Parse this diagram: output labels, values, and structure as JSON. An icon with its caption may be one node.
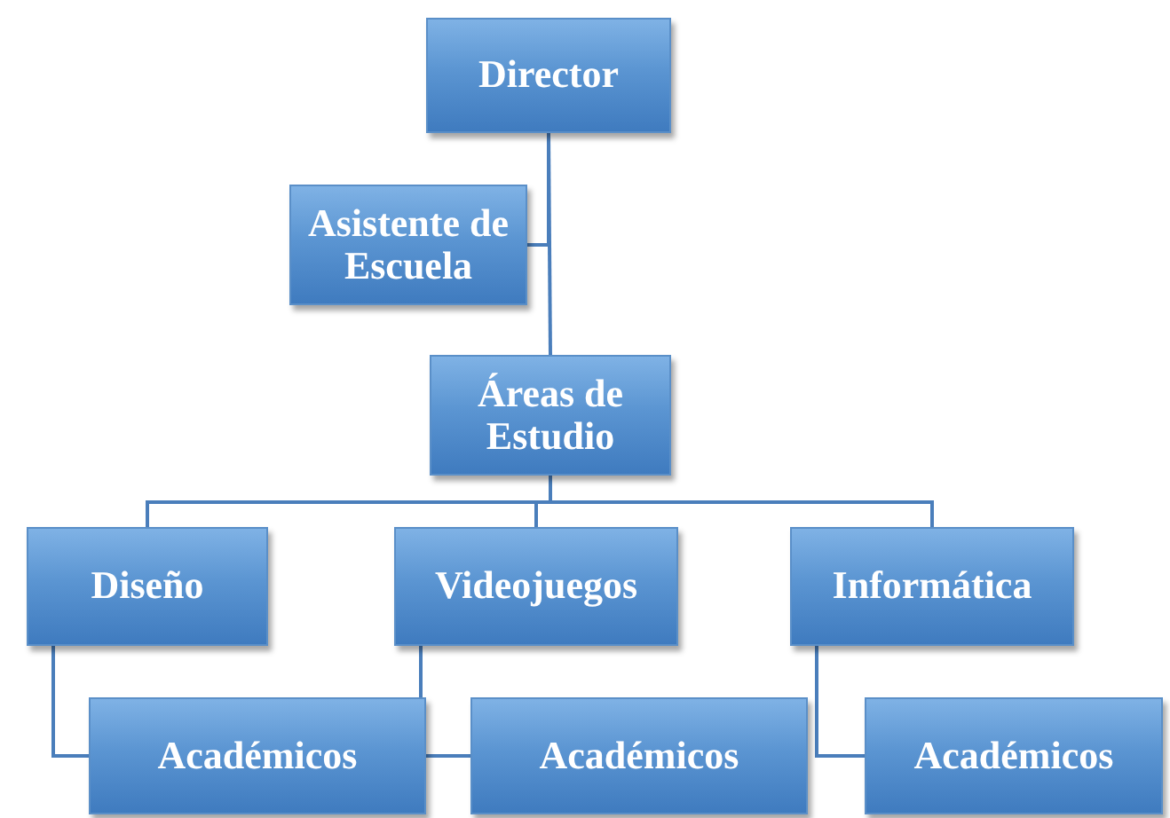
{
  "diagram": {
    "nodes": [
      {
        "text": [
          "Director"
        ]
      },
      {
        "text": [
          "Asistente de Escuela"
        ]
      },
      {
        "text": [
          "Áreas de Estudio"
        ]
      },
      {
        "text": [
          "Diseño"
        ]
      },
      {
        "text": [
          "Videojuegos"
        ]
      },
      {
        "text": [
          "Informática"
        ]
      },
      {
        "text": [
          "Académicos"
        ]
      },
      {
        "text": [
          "Académicos"
        ]
      },
      {
        "text": [
          "Académicos"
        ]
      }
    ],
    "edges": [
      {
        "from": 0,
        "to": 1,
        "arrow": "none"
      },
      {
        "from": 0,
        "to": 2,
        "arrow": "none"
      },
      {
        "from": 2,
        "to": 3,
        "arrow": "none"
      },
      {
        "from": 2,
        "to": 4,
        "arrow": "none"
      },
      {
        "from": 2,
        "to": 5,
        "arrow": "none"
      },
      {
        "from": 3,
        "to": 6,
        "arrow": "none"
      },
      {
        "from": 4,
        "to": 7,
        "arrow": "none"
      },
      {
        "from": 5,
        "to": 8,
        "arrow": "none"
      }
    ]
  }
}
